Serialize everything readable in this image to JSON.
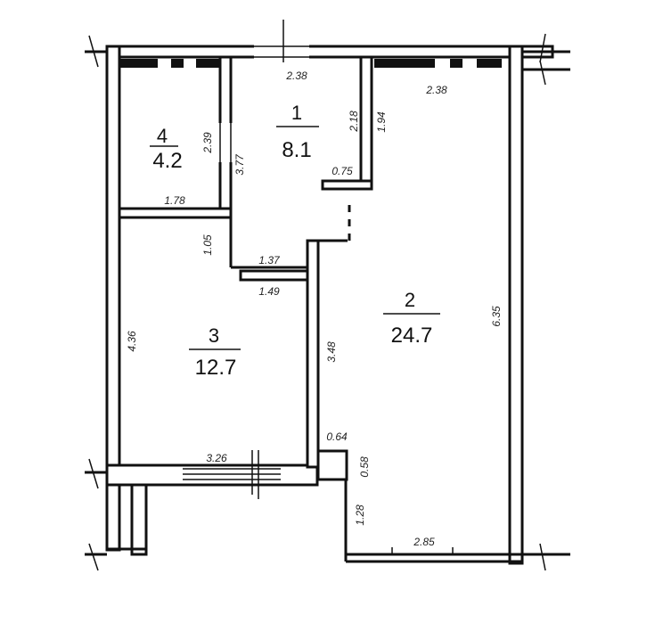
{
  "rooms": [
    {
      "number": "1",
      "area": "8.1"
    },
    {
      "number": "2",
      "area": "24.7"
    },
    {
      "number": "3",
      "area": "12.7"
    },
    {
      "number": "4",
      "area": "4.2"
    }
  ],
  "dimensions": {
    "d_top_left": "2.38",
    "d_top_right": "2.38",
    "d_r4_height": "2.39",
    "d_r1_left": "3.77",
    "d_r1_right": "2.18",
    "d_r2_top": "1.94",
    "d_r1_bottom": "0.75",
    "d_r4_width": "1.78",
    "d_corr_height": "1.05",
    "d_corr_1": "1.37",
    "d_corr_2": "1.49",
    "d_r3_height": "4.36",
    "d_r3_right": "3.48",
    "d_r2_height": "6.35",
    "d_r3_width": "3.26",
    "d_niche_w": "0.64",
    "d_niche_h": "0.58",
    "d_bottom_h": "1.28",
    "d_bottom_w": "2.85"
  }
}
